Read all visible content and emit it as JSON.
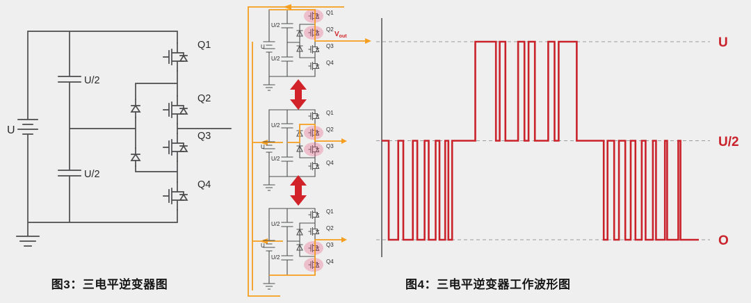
{
  "figure3": {
    "caption": "图3：三电平逆变器图"
  },
  "figure4": {
    "caption": "图4：三电平逆变器工作波形图"
  },
  "circuit_labels": {
    "u": "U",
    "u_half": "U/2",
    "q1": "Q1",
    "q2": "Q2",
    "q3": "Q3",
    "q4": "Q4",
    "vout_v": "V",
    "vout_sub": "out"
  },
  "colors": {
    "waveform_red": "#c9222b",
    "highlight_pink": "#e95d85",
    "wire_orange": "#f59e1f",
    "circuit_gray": "#4c4c4e",
    "background": "#eeefee"
  },
  "chart_data": {
    "type": "line",
    "subtype": "three-level-pwm-step-waveform",
    "title": "",
    "xlabel": "",
    "ylabel": "",
    "legend": false,
    "grid": "dashed-horizontal-level-lines",
    "levels": [
      {
        "label": "U",
        "value": 1
      },
      {
        "label": "U/2",
        "value": 0.5
      },
      {
        "label": "O",
        "value": 0
      }
    ],
    "x_range": [
      0,
      1
    ],
    "transitions": [
      [
        0.0,
        0.5
      ],
      [
        0.022,
        0
      ],
      [
        0.052,
        0.5
      ],
      [
        0.068,
        0
      ],
      [
        0.098,
        0.5
      ],
      [
        0.112,
        0
      ],
      [
        0.135,
        0.5
      ],
      [
        0.148,
        0
      ],
      [
        0.17,
        0.5
      ],
      [
        0.182,
        0
      ],
      [
        0.2,
        0.5
      ],
      [
        0.21,
        0
      ],
      [
        0.222,
        0.5
      ],
      [
        0.295,
        1
      ],
      [
        0.36,
        0.5
      ],
      [
        0.372,
        1
      ],
      [
        0.39,
        0.5
      ],
      [
        0.43,
        1
      ],
      [
        0.45,
        0.5
      ],
      [
        0.463,
        1
      ],
      [
        0.483,
        0.5
      ],
      [
        0.525,
        1
      ],
      [
        0.545,
        0.5
      ],
      [
        0.558,
        1
      ],
      [
        0.615,
        0.5
      ],
      [
        0.7,
        0
      ],
      [
        0.712,
        0.5
      ],
      [
        0.733,
        0
      ],
      [
        0.748,
        0.5
      ],
      [
        0.768,
        0
      ],
      [
        0.785,
        0.5
      ],
      [
        0.8,
        0
      ],
      [
        0.82,
        0.5
      ],
      [
        0.832,
        0
      ],
      [
        0.855,
        0.5
      ],
      [
        0.865,
        0
      ],
      [
        0.893,
        0.5
      ],
      [
        0.9,
        0
      ],
      [
        0.935,
        0.5
      ],
      [
        0.942,
        0
      ],
      [
        1.0,
        0
      ]
    ]
  }
}
